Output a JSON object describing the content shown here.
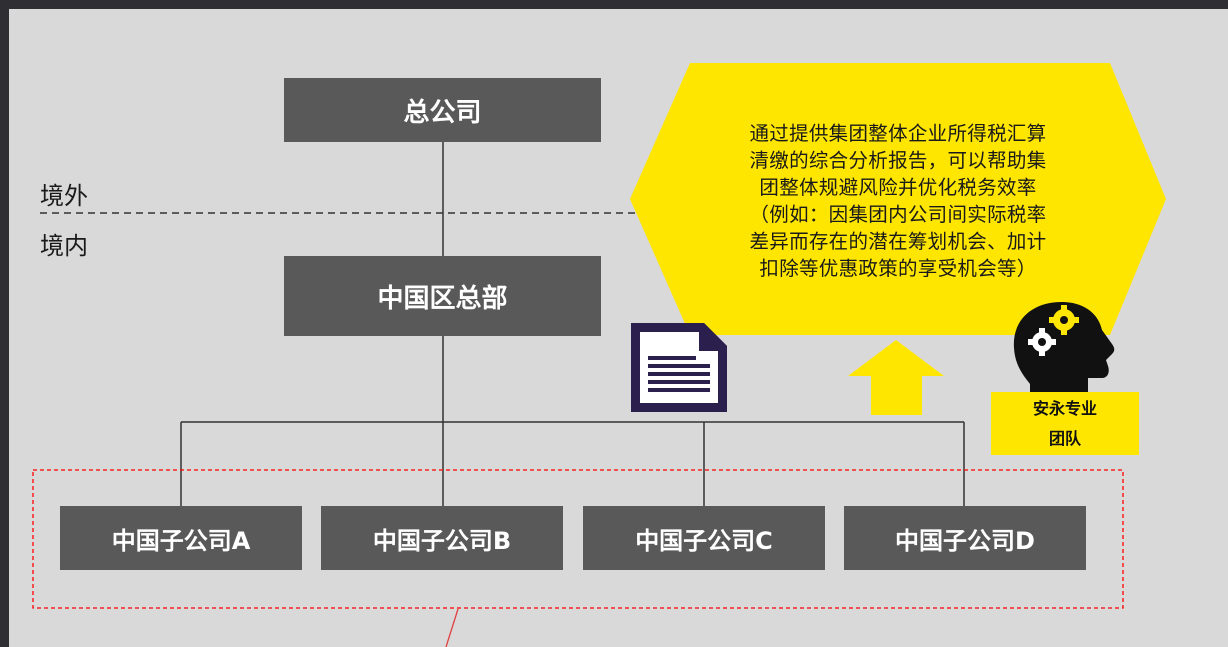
{
  "diagram": {
    "nodes": {
      "hq": "总公司",
      "china_hq": "中国区总部",
      "sub_a": "中国子公司A",
      "sub_b": "中国子公司B",
      "sub_c": "中国子公司C",
      "sub_d": "中国子公司D"
    },
    "regions": {
      "offshore": "境外",
      "onshore": "境内"
    },
    "callout": [
      "通过提供集团整体企业所得税汇算",
      "清缴的综合分析报告，可以帮助集",
      "团整体规避风险并优化税务效率",
      "（例如：因集团内公司间实际税率",
      "差异而存在的潜在筹划机会、加计",
      "扣除等优惠政策的享受机会等）"
    ],
    "team": [
      "安永专业",
      "团队"
    ],
    "icons": [
      "document-icon",
      "head-gears-icon",
      "up-arrow-icon"
    ],
    "colors": {
      "node_fill": "#595959",
      "background": "#d9d9d9",
      "highlight": "#ffe600",
      "dashed_group": "#ff0000",
      "document_icon": "#2b1f4e"
    }
  }
}
